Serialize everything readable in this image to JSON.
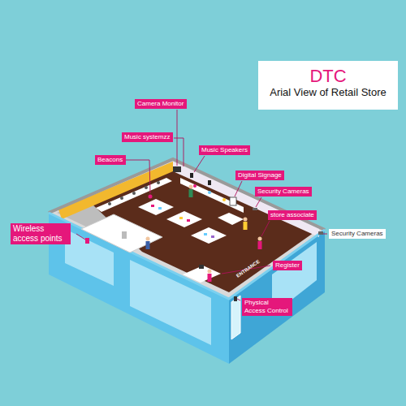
{
  "diagram": {
    "nodes": [
      {
        "text": [
          "DTC",
          "Arial View of Retail Store"
        ]
      },
      {
        "text": [
          "Camera Monitor"
        ]
      },
      {
        "text": [
          "Music systemzz"
        ]
      },
      {
        "text": [
          "Music Speakers"
        ]
      },
      {
        "text": [
          "Beacons"
        ]
      },
      {
        "text": [
          "Digital Signage"
        ]
      },
      {
        "text": [
          "Security Cameras"
        ]
      },
      {
        "text": [
          "store associate"
        ]
      },
      {
        "text": [
          "Wireless access points"
        ]
      },
      {
        "text": [
          "Security Cameras"
        ]
      },
      {
        "text": [
          "Register"
        ]
      },
      {
        "text": [
          "Physical Access Control"
        ]
      }
    ],
    "labels": [
      "ENTRANCE"
    ]
  }
}
